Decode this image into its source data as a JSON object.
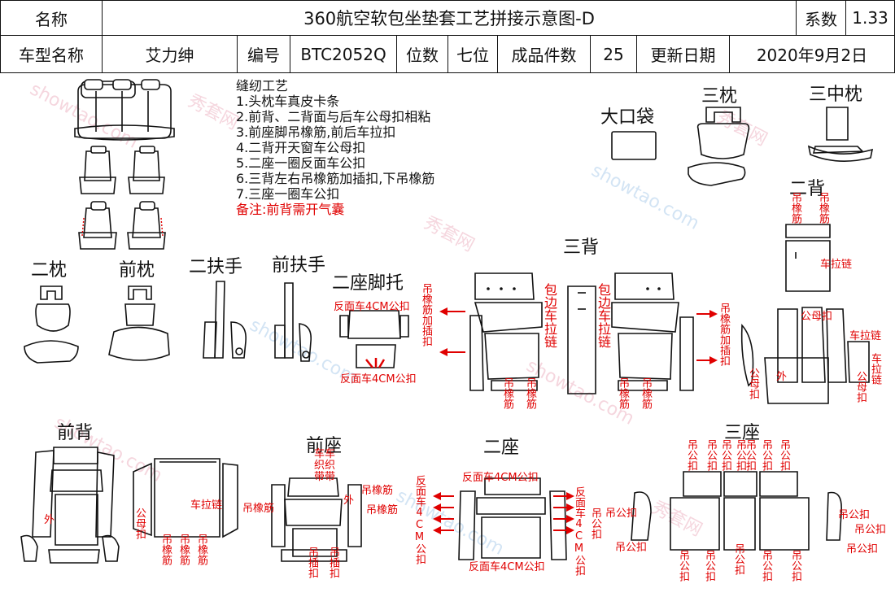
{
  "header": {
    "name_label": "名称",
    "title": "360航空软包坐垫套工艺拼接示意图-D",
    "coef_label": "系数",
    "coef_value": "1.33",
    "model_label": "车型名称",
    "model_value": "艾力绅",
    "code_label": "编号",
    "code_value": "BTC2052Q",
    "seat_label": "位数",
    "seat_value": "七位",
    "pieces_label": "成品件数",
    "pieces_value": "25",
    "date_label": "更新日期",
    "date_value": "2020年9月2日"
  },
  "process": {
    "title": "缝纫工艺",
    "steps": [
      "1.头枕车真皮卡条",
      "2.前背、二背面与后车公母扣相粘",
      "3.前座脚吊橡筋,前后车拉扣",
      "4.二背开天窗车公母扣",
      "5.二座一圈反面车公扣",
      "6.三背左右吊橡筋加插扣,下吊橡筋",
      "7.三座一圈车公扣"
    ],
    "note": "备注:前背需开气囊"
  },
  "parts": {
    "big_pocket": "大口袋",
    "third_headrest": "三枕",
    "third_mid_headrest": "三中枕",
    "second_back": "二背",
    "second_headrest": "二枕",
    "front_headrest": "前枕",
    "second_armrest": "二扶手",
    "front_armrest": "前扶手",
    "second_footrest": "二座脚托",
    "third_back": "三背",
    "front_back": "前背",
    "front_seat": "前座",
    "second_seat": "二座",
    "third_seat": "三座"
  },
  "annotations": {
    "rev_4cm_top": "反面车4CM公扣",
    "rev_4cm_bottom": "反面车4CM公扣",
    "hang_elastic_insert_left": "吊橡筋加插扣",
    "hang_elastic_insert_right": "吊橡筋加插扣",
    "edge_zip_left": "包边车拉链",
    "edge_zip_right": "包边车拉链",
    "hang_elastic": "吊橡筋",
    "zip": "车拉链",
    "male_female": "公母扣",
    "male_female_v": "公母扣",
    "outer": "外",
    "male": "公扣",
    "hang_male": "吊公扣",
    "insert": "吊插扣",
    "front_seat_top": "车车织织带带",
    "front_seat_elastic_r": "吊橡筋",
    "front_seat_elastic_r2": "吊橡筋",
    "second_seat_top": "反面车4CM公扣",
    "second_seat_bottom": "反面车4CM公扣",
    "second_seat_left": "反面车4CM公扣",
    "second_seat_right": "反面车4CM公扣",
    "zip2": "车拉链",
    "hang_elastic_front_seat": "吊橡筋"
  },
  "watermark": {
    "text_cn": "秀套网",
    "text_url": "showtao.com"
  },
  "colors": {
    "line": "#111111",
    "annotation": "#e00000",
    "watermark_pink": "#e9a6b8",
    "watermark_blue": "#9ec5e8"
  }
}
